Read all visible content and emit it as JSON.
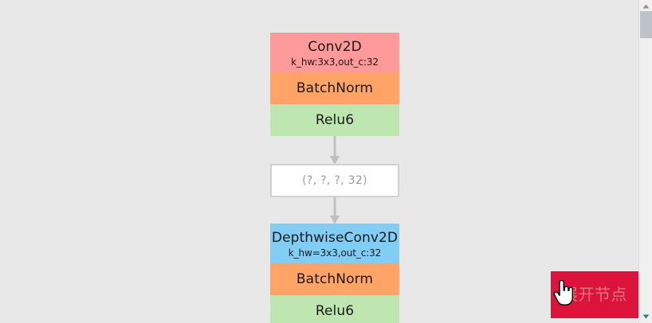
{
  "canvas": {
    "background_color": "#e8e8e8"
  },
  "graph": {
    "nodes": [
      {
        "id": "conv2d",
        "type": "op-stack",
        "layers": [
          {
            "title": "Conv2D",
            "sub": "k_hw:3x3,out_c:32",
            "color": "#ff9a9a"
          },
          {
            "title": "BatchNorm",
            "sub": "",
            "color": "#ffa366"
          },
          {
            "title": "Relu6",
            "sub": "",
            "color": "#bfe6b0"
          }
        ]
      },
      {
        "id": "shape",
        "type": "tensor-shape",
        "label": "(?, ?, ?, 32)",
        "fill": "#ffffff",
        "border_color": "#d2d2d2",
        "text_color": "#9a9a9a"
      },
      {
        "id": "dwconv2d",
        "type": "op-stack",
        "layers": [
          {
            "title": "DepthwiseConv2D",
            "sub": "k_hw=3x3,out_c:32",
            "color": "#82cdf4"
          },
          {
            "title": "BatchNorm",
            "sub": "",
            "color": "#ffa366"
          },
          {
            "title": "Relu6",
            "sub": "",
            "color": "#bfe6b0"
          }
        ]
      }
    ],
    "edges": [
      {
        "from": "conv2d",
        "to": "shape",
        "color": "#c0c0c0"
      },
      {
        "from": "shape",
        "to": "dwconv2d",
        "color": "#c0c0c0"
      }
    ]
  },
  "overlay": {
    "expand_node_button": {
      "label": "展开节点",
      "background_color": "#dc143c",
      "text_color": "#e0757f"
    },
    "cursor": {
      "icon": "pointing-hand-cursor"
    }
  },
  "scrollbar": {
    "orientation": "vertical",
    "track_color": "#f0f0f0",
    "thumb_color": "#bec3c9",
    "up_arrow_icon": "triangle-up-icon",
    "down_arrow_icon": "triangle-down-icon"
  }
}
